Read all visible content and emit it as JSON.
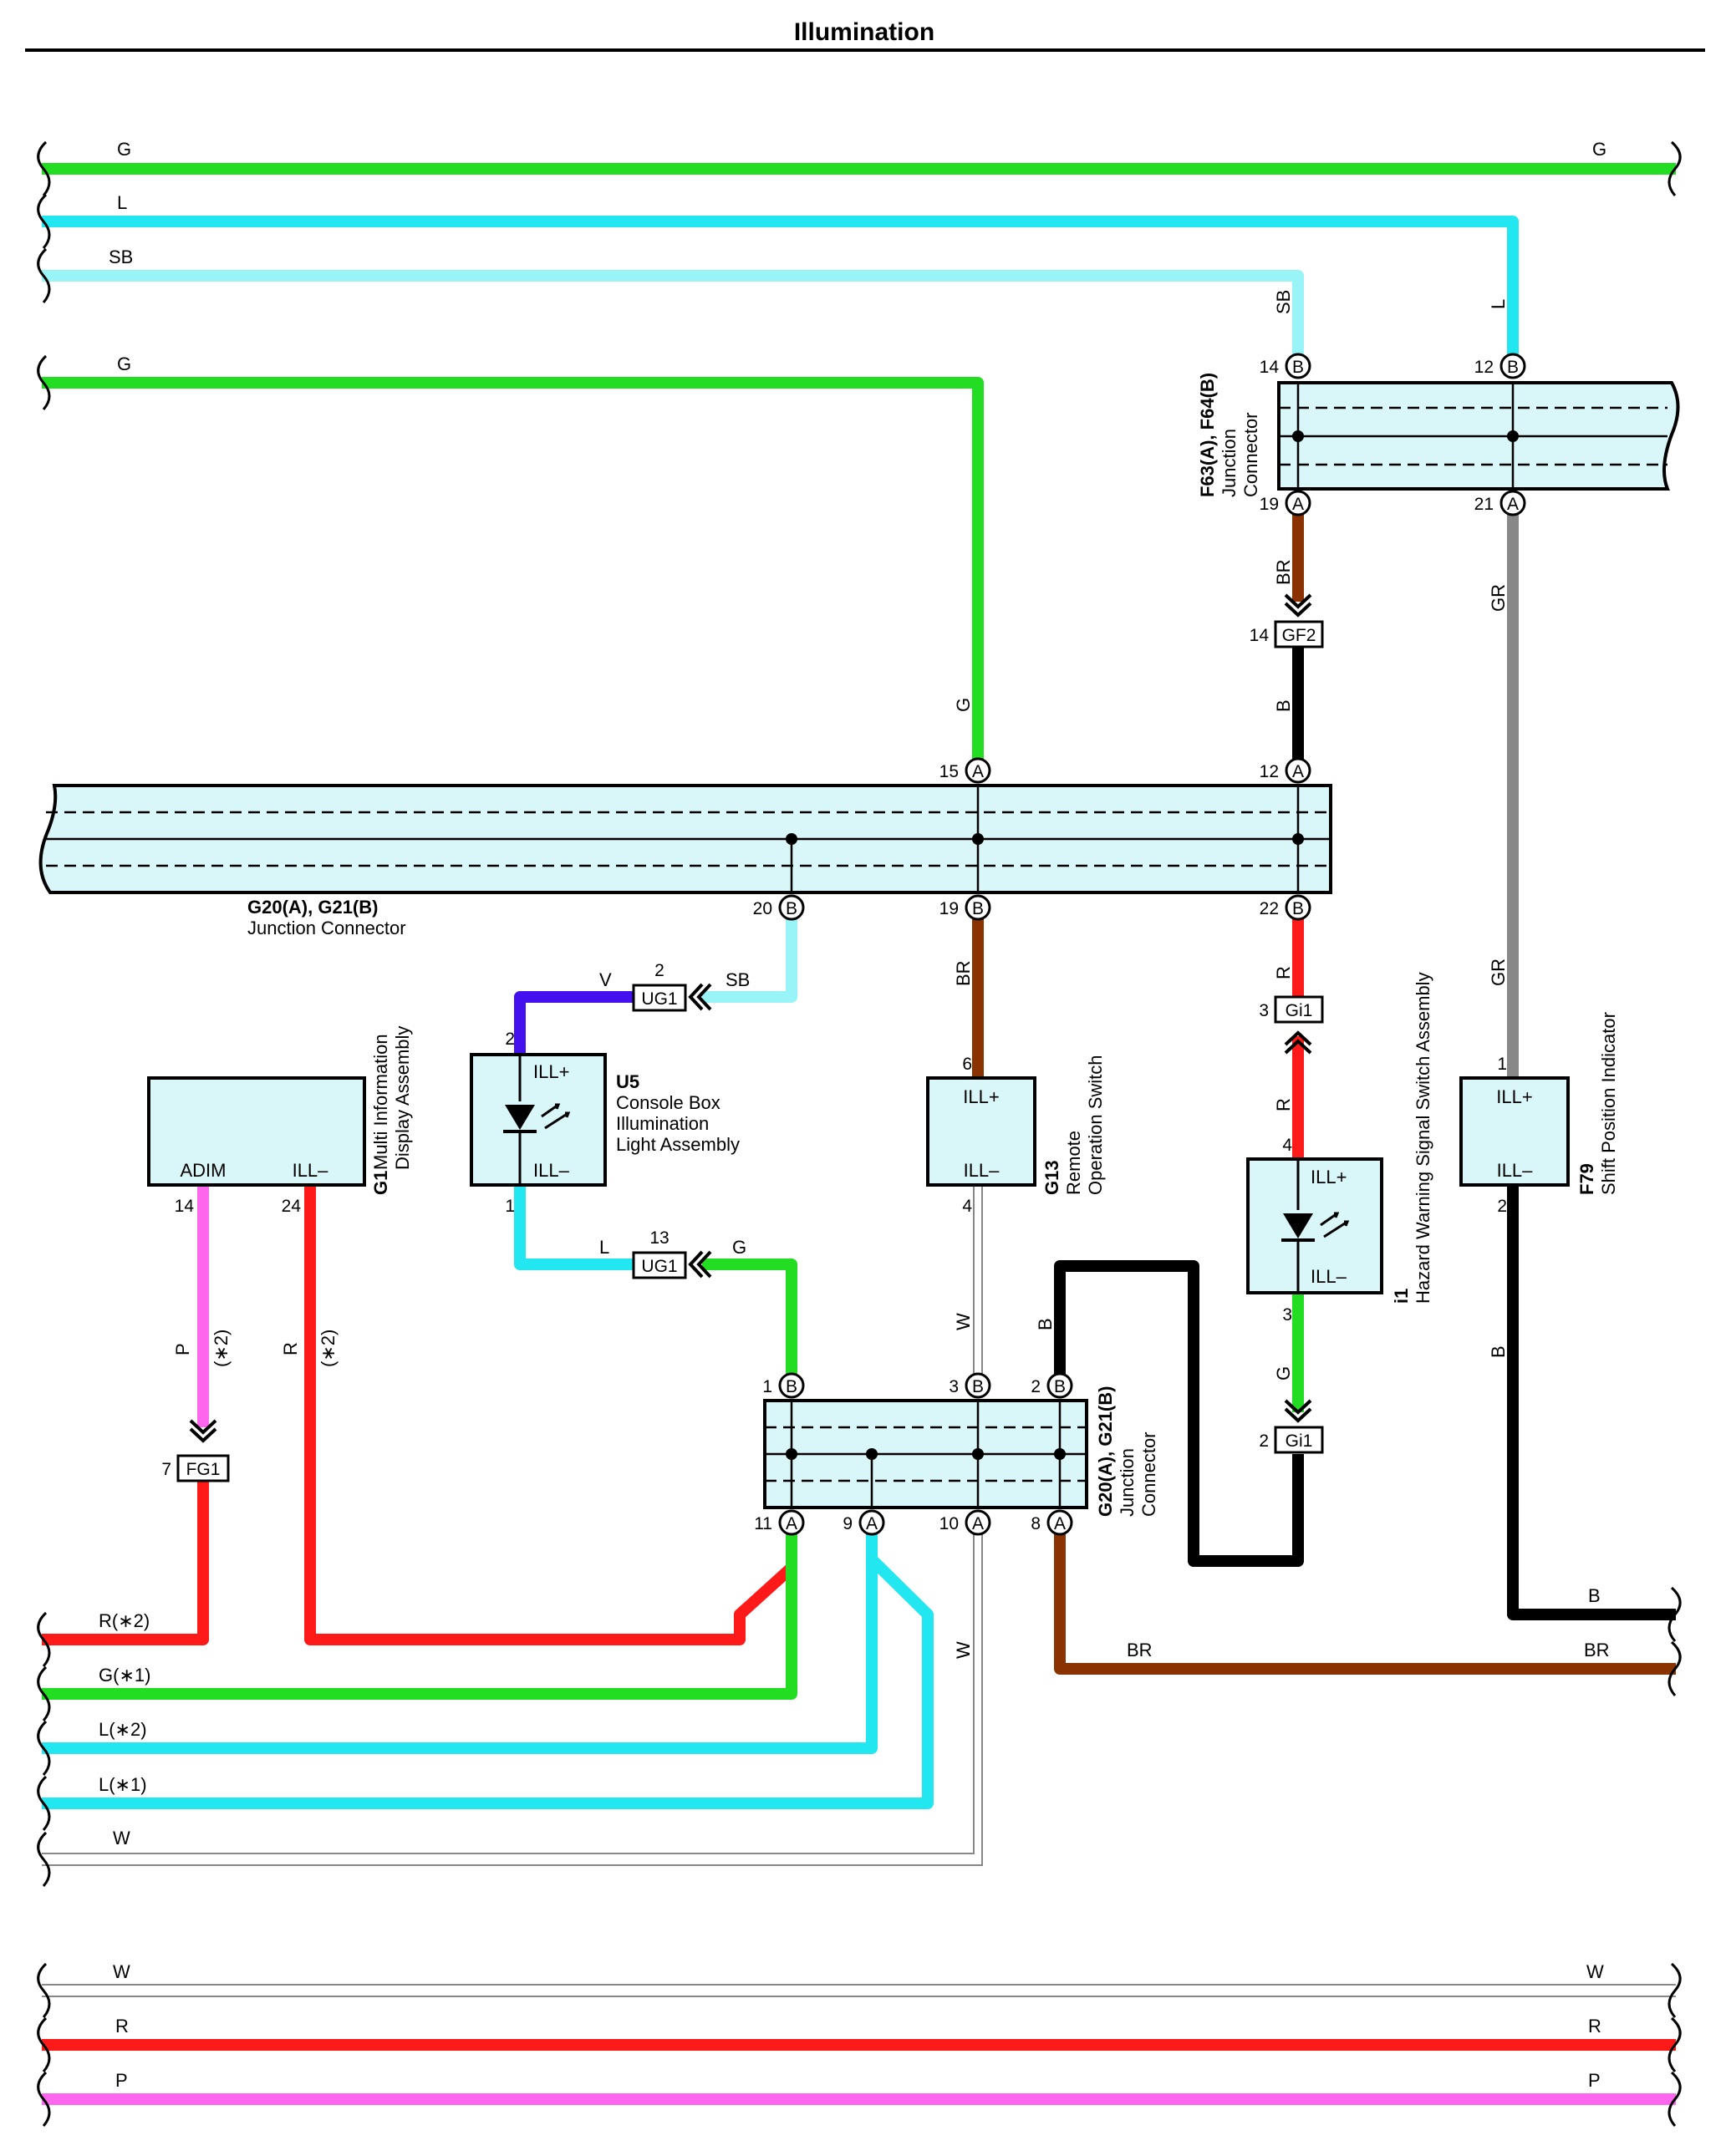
{
  "title": "Illumination",
  "colors": {
    "G": "#22dd22",
    "L": "#22e6f0",
    "SB": "#99f4f8",
    "BR": "#8b3300",
    "B": "#000000",
    "GR": "#888888",
    "R": "#ff1a1a",
    "P": "#ff66ee",
    "V": "#4411ee",
    "W": "#ffffff",
    "box_fill": "#d9f6f8"
  },
  "wires": {
    "g_top_left": "G",
    "g_top_right": "G",
    "l_top": "L",
    "sb_top": "SB",
    "g_second": "G",
    "sb_vert": "SB",
    "l_vert": "L",
    "br_f63": "BR",
    "b_gf2": "B",
    "gr_f63": "GR",
    "g_g20": "G",
    "br_g20": "BR",
    "r_g20": "R",
    "gr_f79": "GR",
    "v_u5": "V",
    "sb_ug1": "SB",
    "l_u5": "L",
    "g_ug1": "G",
    "w_g13": "W",
    "b_g20b2": "B",
    "p_g1": "P",
    "p_g1_note": "(∗2)",
    "r_g1": "R",
    "r_g1_note": "(∗2)",
    "g_i1": "G",
    "b_f79": "B",
    "w_g20a10": "W",
    "r2_left": "R(∗2)",
    "g1_left": "G(∗1)",
    "l2_left": "L(∗2)",
    "l1_left": "L(∗1)",
    "w_left": "W",
    "br_right_mid": "BR",
    "br_right": "BR",
    "b_right": "B",
    "w_bot_left": "W",
    "w_bot_right": "W",
    "r_bot_left": "R",
    "r_bot_right": "R",
    "p_bot_left": "P",
    "p_bot_right": "P",
    "r_i1": "R"
  },
  "components": {
    "f63": {
      "id": "F63(A), F64(B)",
      "name1": "Junction",
      "name2": "Connector",
      "p14": "14",
      "p12": "12",
      "p19": "19",
      "p21": "21"
    },
    "g20_main": {
      "id": "G20(A), G21(B)",
      "name": "Junction Connector",
      "p15": "15",
      "p12": "12",
      "p20": "20",
      "p19": "19",
      "p22": "22"
    },
    "g20_small": {
      "id": "G20(A), G21(B)",
      "name1": "Junction",
      "name2": "Connector",
      "p1": "1",
      "p3": "3",
      "p2": "2",
      "p11": "11",
      "p9": "9",
      "p10": "10",
      "p8": "8"
    },
    "u5": {
      "id": "U5",
      "name1": "Console Box",
      "name2": "Illumination",
      "name3": "Light Assembly",
      "ill_plus": "ILL+",
      "ill_minus": "ILL–",
      "p2": "2",
      "p1": "1"
    },
    "g1": {
      "id": "G1",
      "name1": "Multi Information",
      "name2": "Display Assembly",
      "adim": "ADIM",
      "ill_minus": "ILL–",
      "p14": "14",
      "p24": "24"
    },
    "g13": {
      "id": "G13",
      "name1": "Remote",
      "name2": "Operation Switch",
      "ill_plus": "ILL+",
      "ill_minus": "ILL–",
      "p6": "6",
      "p4": "4"
    },
    "i1": {
      "id": "i1",
      "name": "Hazard Warning Signal Switch Assembly",
      "ill_plus": "ILL+",
      "ill_minus": "ILL–",
      "p4": "4",
      "p3": "3"
    },
    "f79": {
      "id": "F79",
      "name": "Shift Position Indicator",
      "ill_plus": "ILL+",
      "ill_minus": "ILL–",
      "p1": "1",
      "p2": "2"
    }
  },
  "inline_connectors": {
    "gf2": {
      "label": "GF2",
      "pin": "14"
    },
    "gi1_top": {
      "label": "Gi1",
      "pin": "3"
    },
    "gi1_bot": {
      "label": "Gi1",
      "pin": "2"
    },
    "ug1_top": {
      "label": "UG1",
      "pin": "2"
    },
    "ug1_bot": {
      "label": "UG1",
      "pin": "13"
    },
    "fg1": {
      "label": "FG1",
      "pin": "7"
    }
  },
  "pin_letters": {
    "A": "A",
    "B": "B"
  }
}
